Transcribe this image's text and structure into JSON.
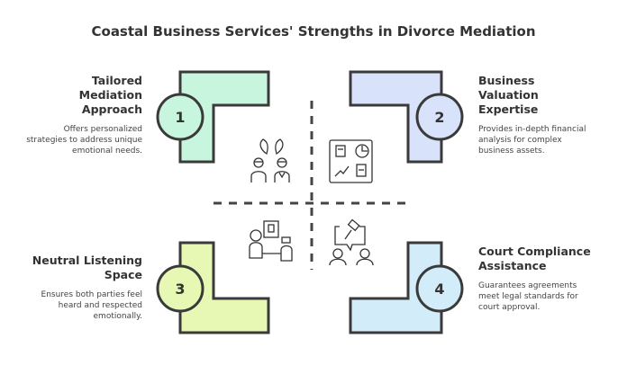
{
  "title": "Coastal Business Services' Strengths in Divorce Mediation",
  "items": [
    {
      "number": "1",
      "heading": "Tailored Mediation Approach",
      "description": "Offers personalized strategies to address unique emotional needs.",
      "color": "#c8f5de",
      "icon": "two-people-talking-icon"
    },
    {
      "number": "2",
      "heading": "Business Valuation Expertise",
      "description": "Provides in-depth financial analysis for complex business assets.",
      "color": "#d9e2fb",
      "icon": "dashboard-chart-icon"
    },
    {
      "number": "3",
      "heading": "Neutral Listening Space",
      "description": "Ensures both parties feel heard and respected emotionally.",
      "color": "#e6f8b4",
      "icon": "counseling-session-icon"
    },
    {
      "number": "4",
      "heading": "Court Compliance Assistance",
      "description": "Guarantees agreements meet legal standards for court approval.",
      "color": "#d2ecfa",
      "icon": "gavel-speech-people-icon"
    }
  ]
}
